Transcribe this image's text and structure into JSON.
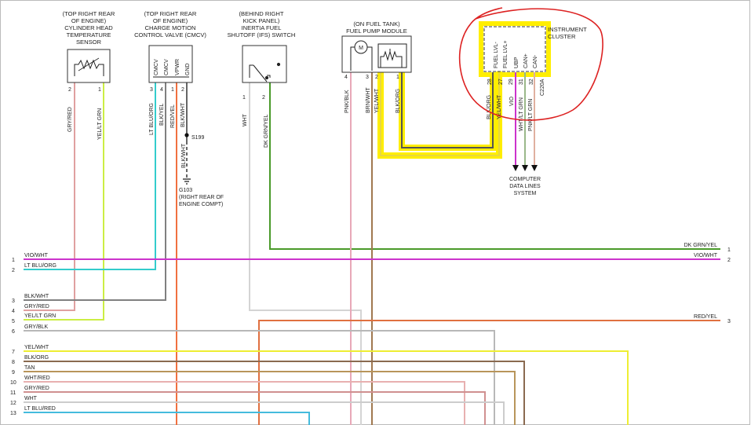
{
  "components": {
    "ect_sensor": {
      "title_lines": [
        "(TOP RIGHT REAR",
        "OF ENGINE)",
        "CYLINDER HEAD",
        "TEMPERATURE",
        "SENSOR"
      ],
      "pins": [
        "2",
        "1"
      ],
      "wires": [
        "GRY/RED",
        "YEL/LT GRN"
      ]
    },
    "cmcv": {
      "title_lines": [
        "(TOP RIGHT REAR",
        "OF ENGINE)",
        "CHARGE MOTION",
        "CONTROL VALVE (CMCV)"
      ],
      "terminals": [
        "CMCV",
        "CMCV",
        "VPWR",
        "GND"
      ],
      "pins": [
        "3",
        "4",
        "1",
        "2"
      ],
      "wires": [
        "LT BLU/ORG",
        "BLK/YEL",
        "RED/VEL",
        "BLK/WHT"
      ],
      "splice": "S199",
      "splice_wire": "BLK/WHT",
      "ground": "G103",
      "ground_lines": [
        "(RIGHT REAR OF",
        "ENGINE COMPT)"
      ]
    },
    "ifs_switch": {
      "title_lines": [
        "(BEHIND RIGHT",
        "KICK PANEL)",
        "INERTIA FUEL",
        "SHUTOFF (IFS) SWITCH"
      ],
      "pins": [
        "1",
        "2"
      ],
      "wires": [
        "WHT",
        "DK GRN/YEL"
      ]
    },
    "fuel_pump": {
      "title_lines": [
        "(ON FUEL TANK)",
        "FUEL PUMP MODULE"
      ],
      "motor": "M",
      "pins": [
        "4",
        "3",
        "2",
        "1"
      ],
      "wires": [
        "PNK/BLK",
        "BRN/WHT",
        "YEL/WHT",
        "BLK/ORG"
      ]
    },
    "instrument_cluster": {
      "title_lines": [
        "INSTRUMENT",
        "CLUSTER"
      ],
      "terminals": [
        "FUEL LVL-",
        "FUEL LVL+",
        "UBP",
        "CAN+",
        "CAN-"
      ],
      "pins": [
        "28",
        "27",
        "29",
        "31",
        "32"
      ],
      "connector": "C220A",
      "wires": [
        "BLK/ORG",
        "YEL/WHT",
        "VIO",
        "WHT/LT GRN",
        "PNK/LT GRN"
      ],
      "network_lines": [
        "COMPUTER",
        "DATA LINES",
        "SYSTEM"
      ]
    }
  },
  "left_harness": [
    {
      "num": "1",
      "label": "VIO/WHT",
      "color": "#cc33cc"
    },
    {
      "num": "2",
      "label": "LT BLU/ORG",
      "color": "#33cccc"
    },
    {
      "num": "3",
      "label": "BLK/WHT",
      "color": "#808080"
    },
    {
      "num": "4",
      "label": "GRY/RED",
      "color": "#e0a0a0"
    },
    {
      "num": "5",
      "label": "YEL/LT GRN",
      "color": "#ccee44"
    },
    {
      "num": "6",
      "label": "GRY/BLK",
      "color": "#a8a8a8"
    },
    {
      "num": "7",
      "label": "YEL/WHT",
      "color": "#eeee33"
    },
    {
      "num": "8",
      "label": "BLK/ORG",
      "color": "#8a6a50"
    },
    {
      "num": "9",
      "label": "TAN",
      "color": "#b8955a"
    },
    {
      "num": "10",
      "label": "WHT/RED",
      "color": "#e8b0b0"
    },
    {
      "num": "11",
      "label": "GRY/RED",
      "color": "#d09090"
    },
    {
      "num": "12",
      "label": "WHT",
      "color": "#cccccc"
    },
    {
      "num": "13",
      "label": "LT BLU/RED",
      "color": "#44bbdd"
    }
  ],
  "right_harness": [
    {
      "num": "1",
      "label": "DK GRN/YEL"
    },
    {
      "num": "2",
      "label": "VIO/WHT"
    },
    {
      "num": "3",
      "label": "RED/YEL"
    }
  ],
  "highlights": {
    "circle_color": "#dd2222",
    "trace_color": "#ffee00"
  }
}
